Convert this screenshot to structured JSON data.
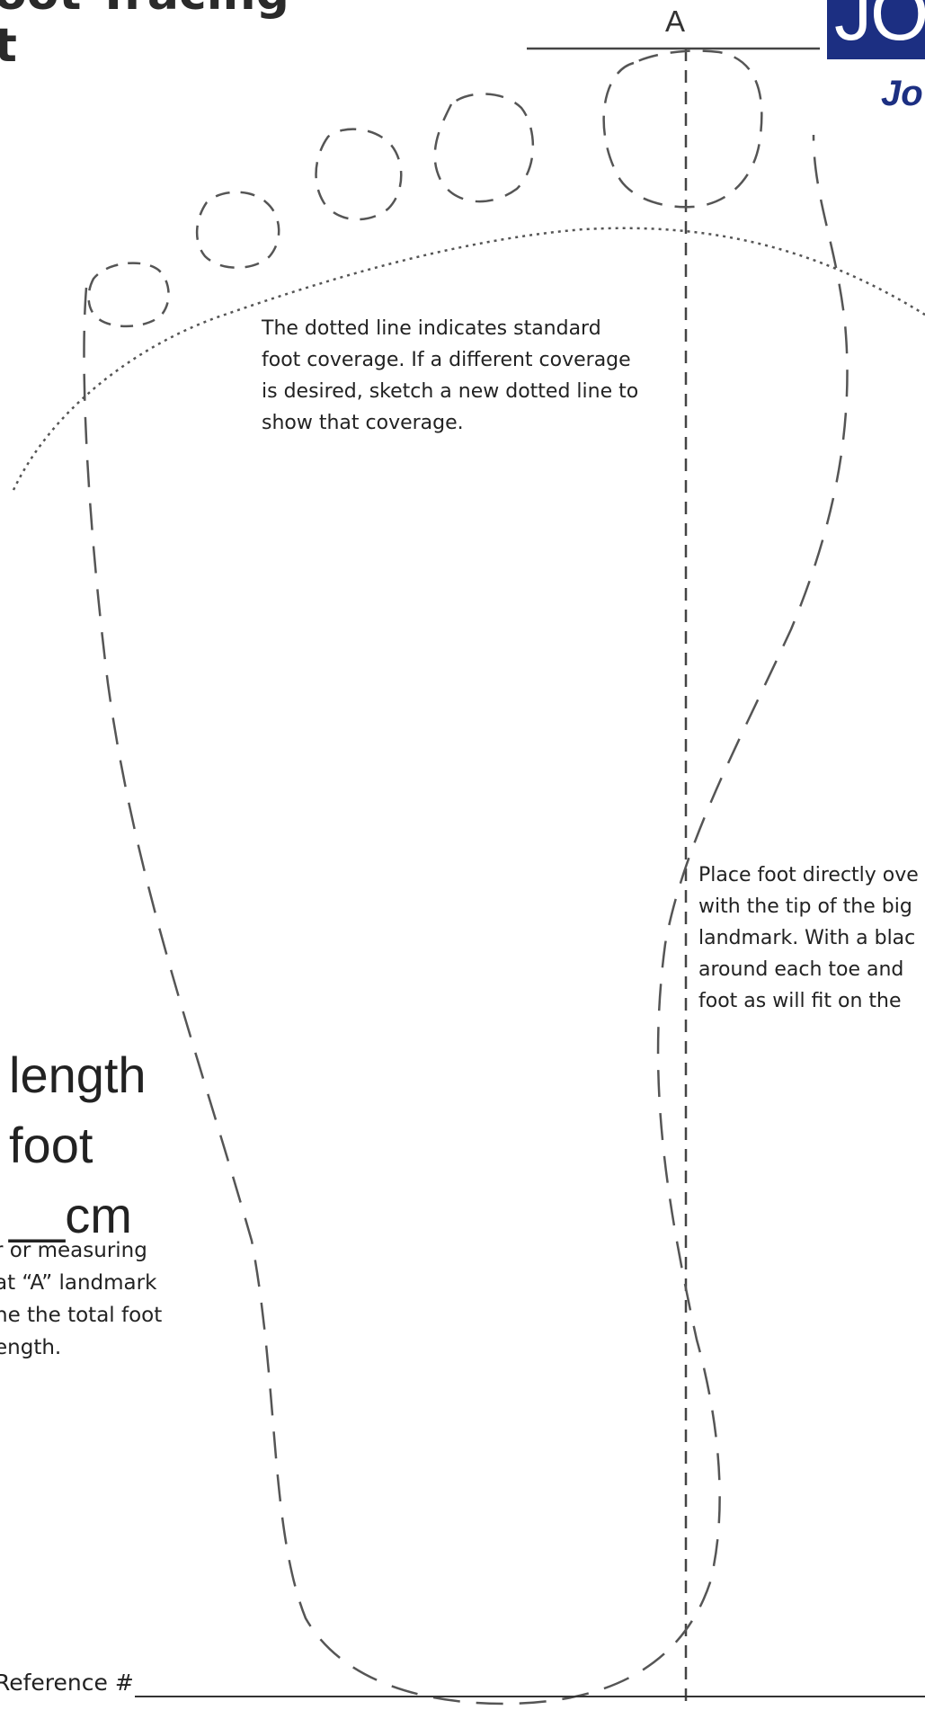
{
  "header": {
    "title_line1": "oot Tracing",
    "title_line2": "t",
    "logo_text": "JO",
    "logo_subtext": "Jo"
  },
  "landmark_label": "A",
  "notes": {
    "coverage_lines": [
      "The dotted line indicates standard",
      "foot coverage.  If a different coverage",
      "is desired, sketch a new dotted line to",
      "show that coverage."
    ],
    "placement_lines": [
      "Place foot directly ove",
      "with the tip of the big",
      "landmark. With a blac",
      "around each toe and",
      "foot as will fit on the"
    ]
  },
  "length_section": {
    "big_lines": [
      "length",
      "foot",
      "__cm"
    ],
    "small_lines": [
      "r or measuring",
      "at “A” landmark",
      "ne the total foot",
      "ength."
    ]
  },
  "reference_label": "Reference #",
  "colors": {
    "brand_blue": "#1c2f82",
    "outline_gray": "#555555",
    "text": "#222222"
  }
}
